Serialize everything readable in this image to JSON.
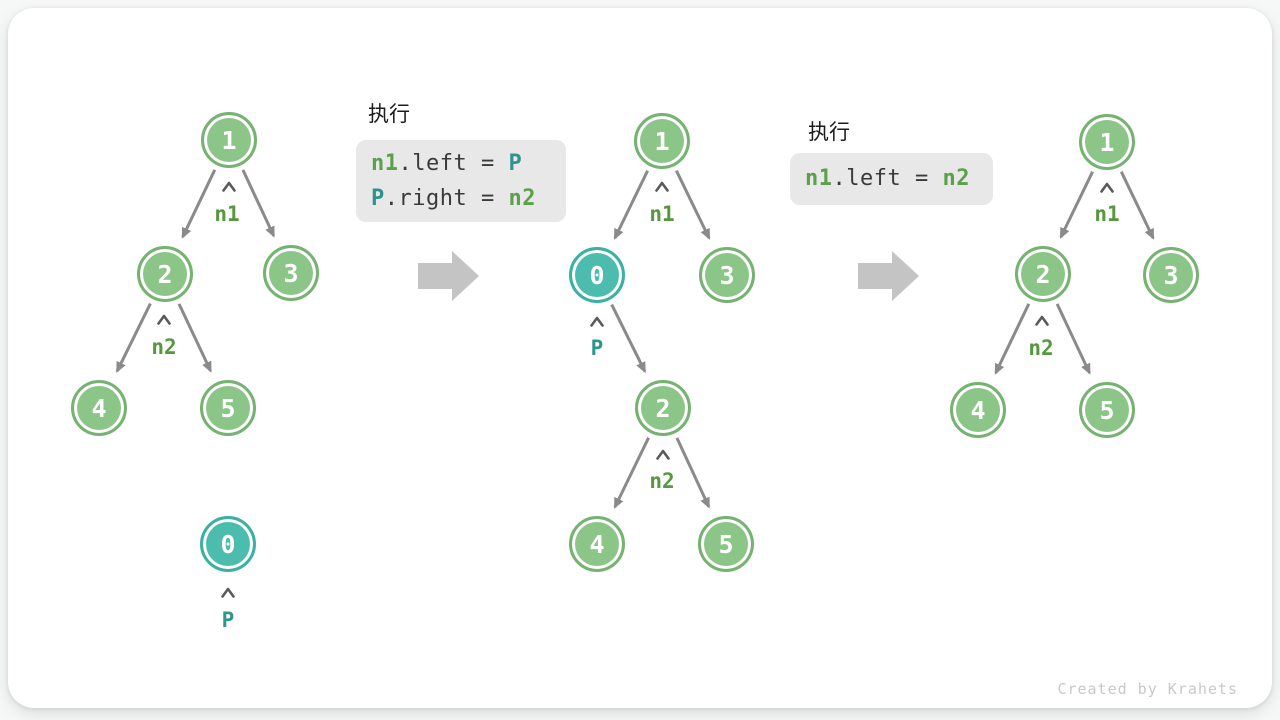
{
  "watermark": "Created by Krahets",
  "colors": {
    "node_green_fill": "#8cc588",
    "node_green_border": "#76b271",
    "node_teal_fill": "#4bbcae",
    "node_teal_border": "#3cb0a2",
    "edge_gray": "#8a8a8a",
    "caret_gray": "#5a5a5a",
    "block_arrow_gray": "#c4c4c4",
    "label_green": "#56973f",
    "label_teal": "#2f968c",
    "code_green": "#5ba14b",
    "code_teal": "#2e948b",
    "code_plain": "#3a3a3a",
    "code_bg": "#e8e8e8"
  },
  "steps": [
    {
      "title": "执行",
      "lines": [
        {
          "tokens": [
            "n1",
            ".left = ",
            "P"
          ]
        },
        {
          "tokens": [
            "P",
            ".right = ",
            "n2"
          ]
        }
      ]
    },
    {
      "title": "执行",
      "lines": [
        {
          "tokens": [
            "n1",
            ".left = ",
            "n2"
          ]
        }
      ]
    }
  ],
  "trees": [
    {
      "nodes": [
        {
          "value": "1"
        },
        {
          "value": "2"
        },
        {
          "value": "3"
        },
        {
          "value": "4"
        },
        {
          "value": "5"
        },
        {
          "value": "0"
        }
      ],
      "labels": [
        {
          "text": "n1"
        },
        {
          "text": "n2"
        },
        {
          "text": "P"
        }
      ]
    },
    {
      "nodes": [
        {
          "value": "1"
        },
        {
          "value": "0"
        },
        {
          "value": "3"
        },
        {
          "value": "2"
        },
        {
          "value": "4"
        },
        {
          "value": "5"
        }
      ],
      "labels": [
        {
          "text": "n1"
        },
        {
          "text": "P"
        },
        {
          "text": "n2"
        }
      ]
    },
    {
      "nodes": [
        {
          "value": "1"
        },
        {
          "value": "2"
        },
        {
          "value": "3"
        },
        {
          "value": "4"
        },
        {
          "value": "5"
        }
      ],
      "labels": [
        {
          "text": "n1"
        },
        {
          "text": "n2"
        }
      ]
    }
  ]
}
